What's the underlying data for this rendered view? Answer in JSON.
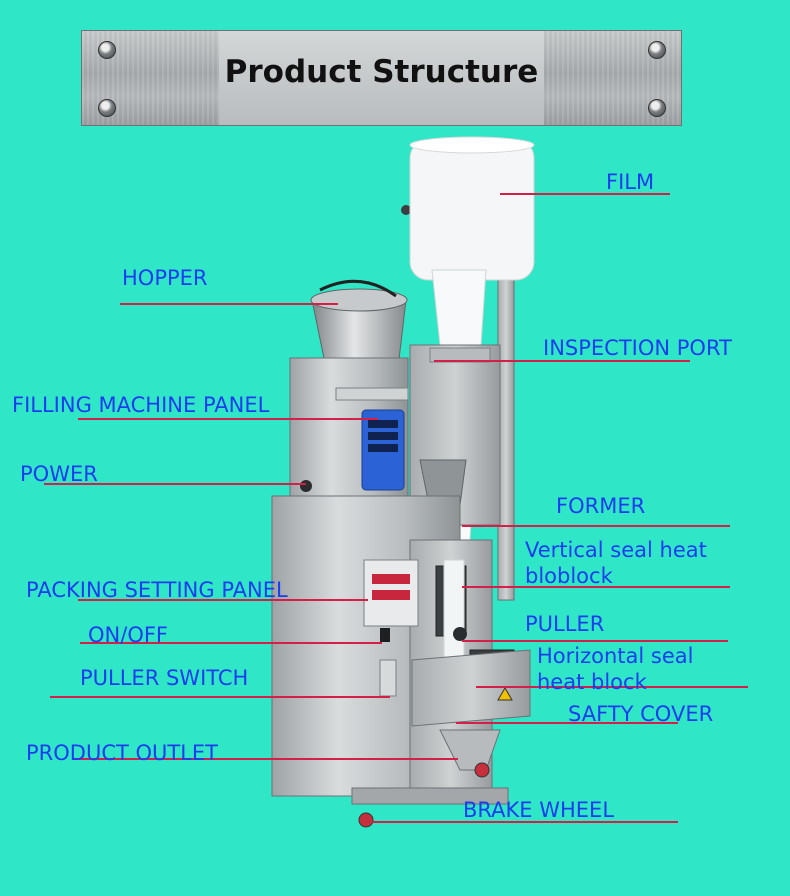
{
  "title": "Product Structure",
  "labels": {
    "film": "FILM",
    "hopper": "HOPPER",
    "inspection_port": "INSPECTION PORT",
    "filling_panel": "FILLING MACHINE PANEL",
    "power": "POWER",
    "former": "FORMER",
    "vertical_seal": "Vertical seal heat bloblock",
    "packing_panel": "PACKING SETTING PANEL",
    "puller": "PULLER",
    "on_off": "ON/OFF",
    "horizontal_seal": "Horizontal seal heat block",
    "puller_switch": "PULLER SWITCH",
    "safety_cover": "SAFTY COVER",
    "product_outlet": "PRODUCT OUTLET",
    "brake_wheel": "BRAKE WHEEL"
  },
  "colors": {
    "background": "#2fe7c7",
    "label_text": "#1c3cf0",
    "leader_line": "#d41f48"
  }
}
